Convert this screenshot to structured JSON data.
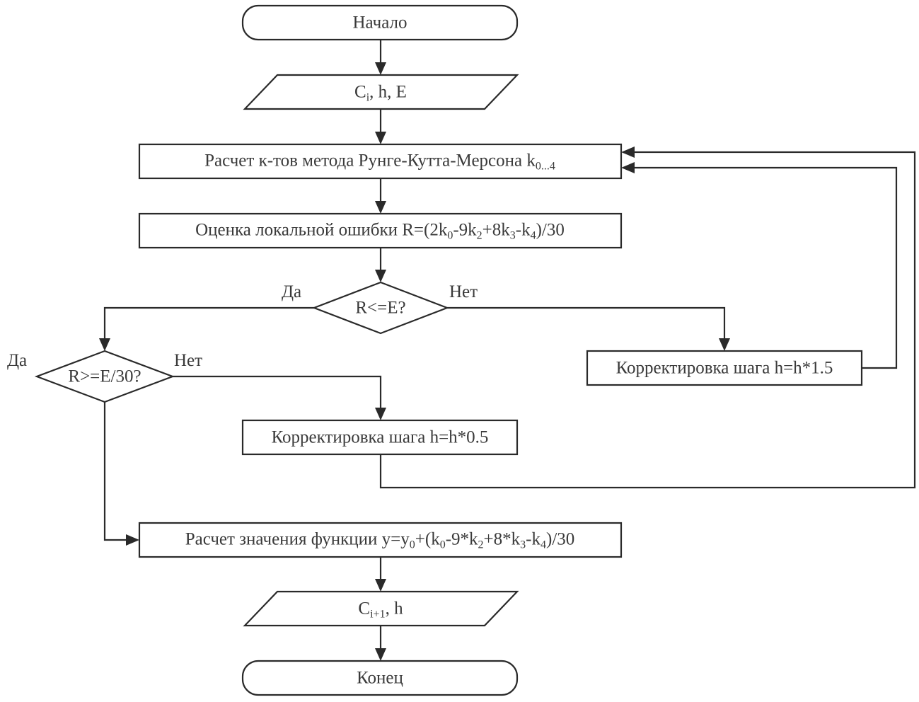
{
  "diagram": {
    "type": "flowchart",
    "title": "Runge-Kutta-Merson adaptive step algorithm",
    "nodes": {
      "start": {
        "kind": "terminator",
        "label": "Начало"
      },
      "input": {
        "kind": "io",
        "label": "C",
        "label_sub": "i",
        "label_rest": ", h, E"
      },
      "calc_coeffs": {
        "kind": "process",
        "label": "Расчет к-тов метода Рунге-Кутта-Мерсона k",
        "label_sub": "0...4"
      },
      "error_estimate": {
        "kind": "process",
        "parts": [
          "Оценка локальной ошибки R=(2k",
          "0",
          "-9k",
          "2",
          "+8k",
          "3",
          "-k",
          "4",
          ")/30"
        ]
      },
      "decision_1": {
        "kind": "decision",
        "label": "R<=E?",
        "yes": "Да",
        "no": "Нет"
      },
      "decision_2": {
        "kind": "decision",
        "label": "R>=E/30?",
        "yes": "Да",
        "no": "Нет"
      },
      "step_increase": {
        "kind": "process",
        "label": "Корректировка шага h=h*1.5"
      },
      "step_decrease": {
        "kind": "process",
        "label": "Корректировка шага h=h*0.5"
      },
      "calc_value": {
        "kind": "process",
        "parts": [
          "Расчет значения функции y=y",
          "0",
          "+(k",
          "0",
          "-9*k",
          "2",
          "+8*k",
          "3",
          "-k",
          "4",
          ")/30"
        ]
      },
      "output": {
        "kind": "io",
        "label": "C",
        "label_sub": "i+1",
        "label_rest": ", h"
      },
      "end": {
        "kind": "terminator",
        "label": "Конец"
      }
    },
    "edges": [
      {
        "from": "start",
        "to": "input"
      },
      {
        "from": "input",
        "to": "calc_coeffs"
      },
      {
        "from": "calc_coeffs",
        "to": "error_estimate"
      },
      {
        "from": "error_estimate",
        "to": "decision_1"
      },
      {
        "from": "decision_1",
        "to": "decision_2",
        "label": "Да"
      },
      {
        "from": "decision_1",
        "to": "step_increase",
        "label": "Нет"
      },
      {
        "from": "step_increase",
        "to": "calc_coeffs"
      },
      {
        "from": "decision_2",
        "to": "step_decrease",
        "label": "Нет"
      },
      {
        "from": "decision_2",
        "to": "calc_value",
        "label": "Да"
      },
      {
        "from": "step_decrease",
        "to": "calc_coeffs"
      },
      {
        "from": "calc_value",
        "to": "output"
      },
      {
        "from": "output",
        "to": "end"
      }
    ],
    "colors": {
      "stroke": "#2a2a2a",
      "text": "#3a3a3a",
      "background": "#ffffff"
    }
  }
}
